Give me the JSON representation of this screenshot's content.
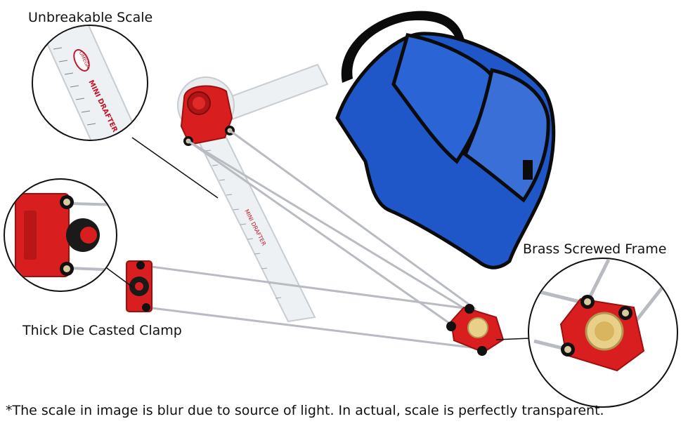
{
  "labels": {
    "scale": "Unbreakable Scale",
    "frame": "Brass Screwed Frame",
    "clamp": "Thick Die Casted Clamp"
  },
  "footnote": "*The scale in image is blur due to source of light. In actual, scale is perfectly transparent.",
  "scale_print": {
    "brand": "OMEGA",
    "text": "MINI DRAFTER"
  },
  "colors": {
    "red": "#d81e1e",
    "dark_red": "#a31212",
    "bag_blue": "#1f57c8",
    "bag_light_blue": "#3b6fd8",
    "bag_trim": "#0b0b0b",
    "brass": "#d9b560",
    "rod": "#b8bcc2"
  }
}
